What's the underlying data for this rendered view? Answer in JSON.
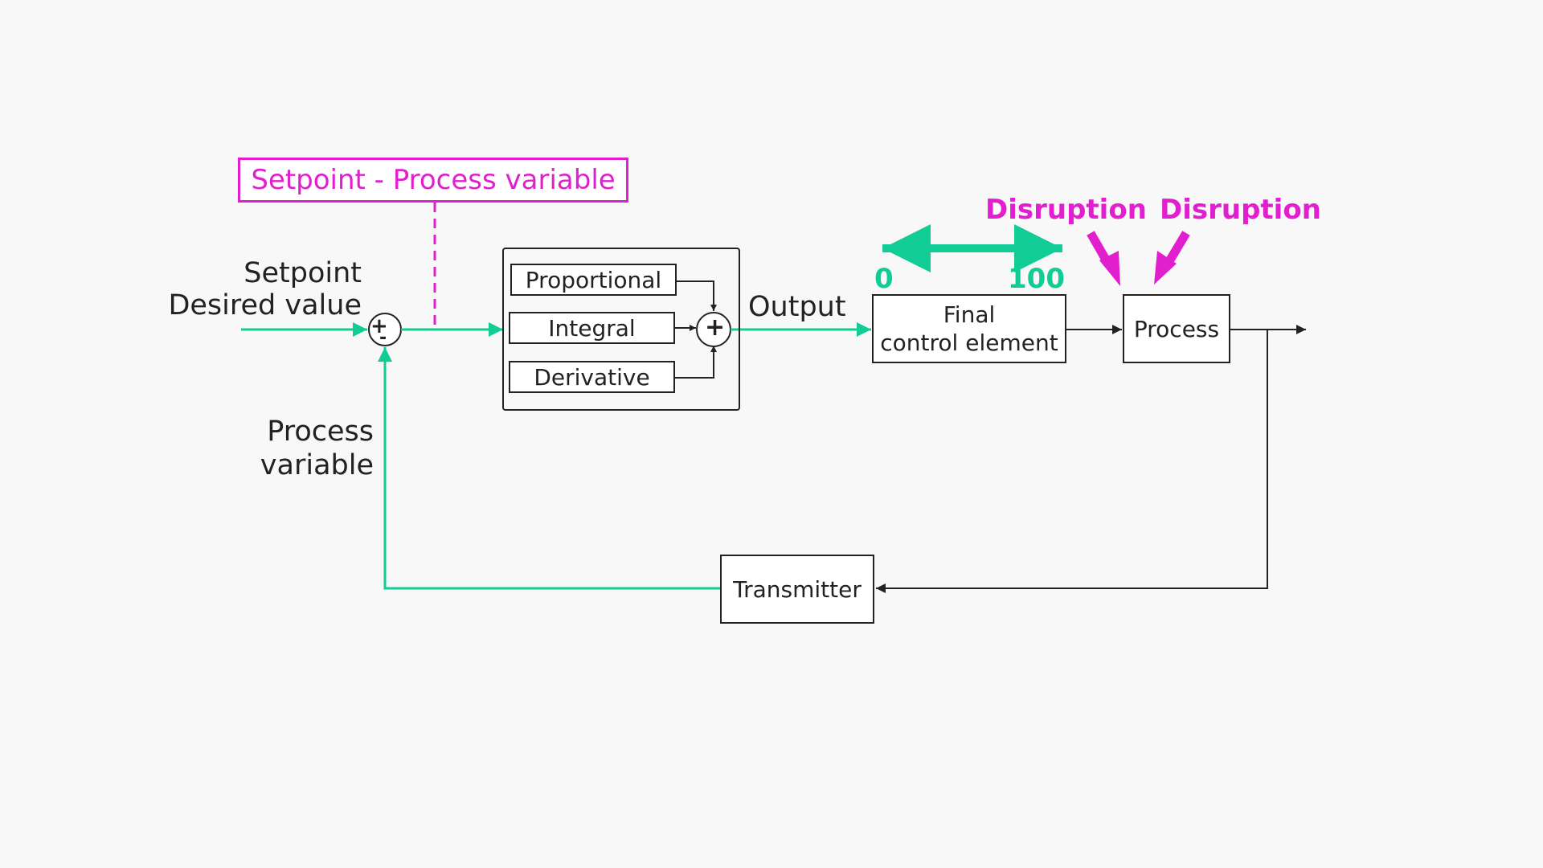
{
  "error_label": "Setpoint - Process variable",
  "setpoint_label": {
    "line1": "Setpoint",
    "line2": "Desired value"
  },
  "process_variable_label": {
    "line1": "Process",
    "line2": "variable"
  },
  "output_label": "Output",
  "pid_terms": [
    "Proportional",
    "Integral",
    "Derivative"
  ],
  "final_control_element": {
    "line1": "Final",
    "line2": "control element"
  },
  "output_range": {
    "min": "0",
    "max": "100"
  },
  "disruptions": [
    "Disruption",
    "Disruption"
  ],
  "process_label": "Process",
  "transmitter_label": "Transmitter",
  "summing_junction": {
    "signs": [
      "+",
      "-"
    ]
  },
  "pid_sum_sign": "+",
  "colors": {
    "signal": "#12cc96",
    "highlight": "#e21fcf",
    "line": "#222222",
    "background": "#f8f8f8"
  }
}
